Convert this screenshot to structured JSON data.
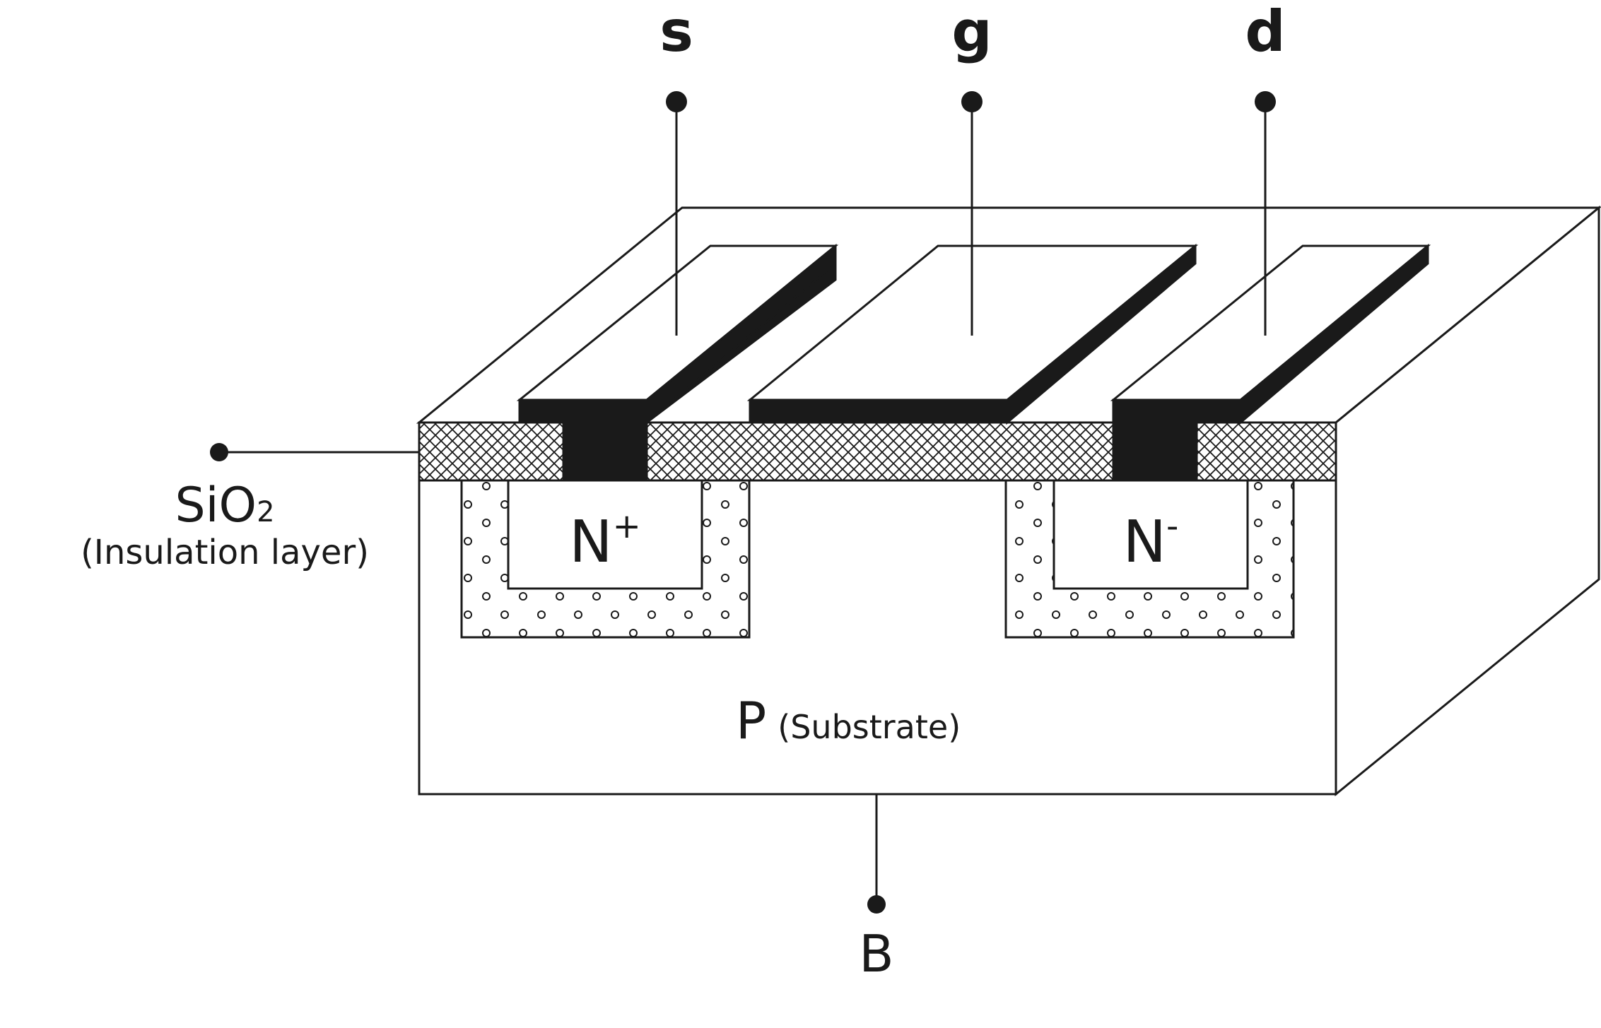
{
  "terminals": {
    "source": "s",
    "gate": "g",
    "drain": "d",
    "body": "B"
  },
  "oxide": {
    "formula_base": "SiO",
    "formula_sub": "2",
    "description": "(Insulation layer)"
  },
  "wells": {
    "left": {
      "letter": "N",
      "sup": "+"
    },
    "right": {
      "letter": "N",
      "sup": "-"
    }
  },
  "substrate": {
    "letter": "P",
    "description": "(Substrate)"
  },
  "colors": {
    "ink": "#1a1a1a",
    "background": "#ffffff"
  }
}
